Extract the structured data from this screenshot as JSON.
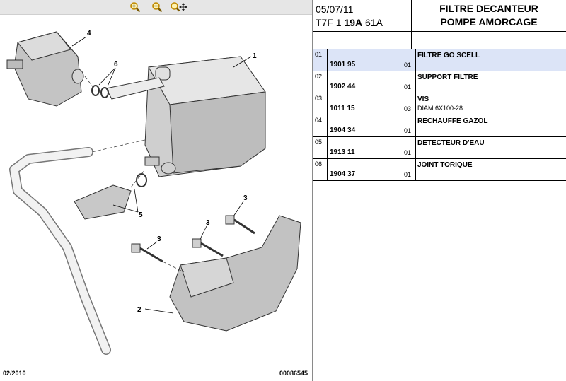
{
  "header": {
    "date": "05/07/11",
    "code_prefix": "T7F 1",
    "code_bold": "19A",
    "code_suffix": "61A",
    "title_line1": "FILTRE DECANTEUR",
    "title_line2": "POMPE AMORCAGE"
  },
  "toolbar": {
    "zoom_in_icon": "zoom-in-icon",
    "zoom_out_icon": "zoom-out-icon",
    "pan_icon": "zoom-pan-icon"
  },
  "diagram": {
    "labels": [
      "1",
      "2",
      "3",
      "3",
      "3",
      "4",
      "5",
      "6"
    ],
    "footer_date": "02/2010",
    "footer_ref": "00086545"
  },
  "parts": [
    {
      "pos": "01",
      "ref": "1901 95",
      "qty": "01",
      "desc": "FILTRE GO SCELL",
      "desc2": "",
      "selected": true
    },
    {
      "pos": "02",
      "ref": "1902 44",
      "qty": "01",
      "desc": "SUPPORT FILTRE",
      "desc2": ""
    },
    {
      "pos": "03",
      "ref": "1011 15",
      "qty": "03",
      "desc": "VIS",
      "desc2": "DIAM 6X100-28"
    },
    {
      "pos": "04",
      "ref": "1904 34",
      "qty": "01",
      "desc": "RECHAUFFE GAZOL",
      "desc2": ""
    },
    {
      "pos": "05",
      "ref": "1913 11",
      "qty": "01",
      "desc": "DETECTEUR D'EAU",
      "desc2": ""
    },
    {
      "pos": "06",
      "ref": "1904 37",
      "qty": "01",
      "desc": "JOINT TORIQUE",
      "desc2": ""
    }
  ],
  "colors": {
    "selected_row": "#dce4f7",
    "toolbar_icon": "#e8a800"
  }
}
